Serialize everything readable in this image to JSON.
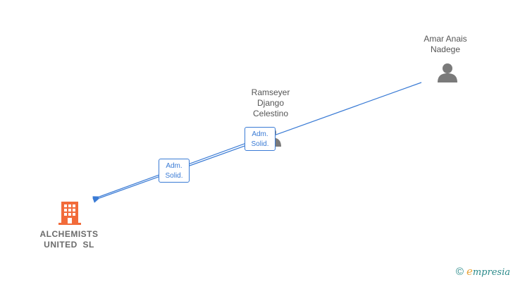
{
  "nodes": {
    "amar": {
      "name_line1": "Amar Anais",
      "name_line2": "Nadege",
      "icon": "person-icon"
    },
    "ramseyer": {
      "name_line1": "Ramseyer",
      "name_line2": "Django",
      "name_line3": "Celestino",
      "icon": "person-icon"
    },
    "company": {
      "name_line1": "ALCHEMISTS",
      "name_line2": "UNITED  SL",
      "icon": "building-icon"
    }
  },
  "edges": [
    {
      "from": "ramseyer",
      "to": "company",
      "label_line1": "Adm.",
      "label_line2": "Solid."
    },
    {
      "from": "amar",
      "to": "company",
      "label_line1": "Adm.",
      "label_line2": "Solid."
    }
  ],
  "colors": {
    "edge": "#3a7bd5",
    "person": "#7a7a7a",
    "company": "#f26b3a",
    "brand": "#2a8a8a",
    "brand_accent": "#e8a33a"
  },
  "footer": {
    "copyright_symbol": "©",
    "brand_initial": "e",
    "brand_rest": "mpresia"
  }
}
